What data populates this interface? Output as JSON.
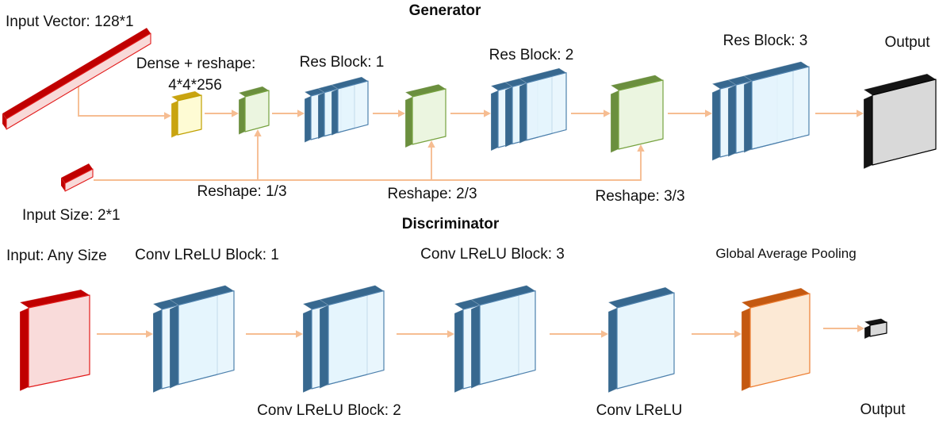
{
  "diagram": {
    "generator": {
      "title": "Generator",
      "input_vector_label": "Input Vector: 128*1",
      "input_size_label": "Input Size: 2*1",
      "dense_reshape_label_line1": "Dense + reshape:",
      "dense_reshape_label_line2": "4*4*256",
      "res_block_1_label": "Res Block: 1",
      "res_block_2_label": "Res Block: 2",
      "res_block_3_label": "Res Block: 3",
      "reshape_1_label": "Reshape: 1/3",
      "reshape_2_label": "Reshape: 2/3",
      "reshape_3_label": "Reshape: 3/3",
      "output_label": "Output"
    },
    "discriminator": {
      "title": "Discriminator",
      "input_label": "Input: Any Size",
      "conv_block_1_label": "Conv LReLU Block: 1",
      "conv_block_2_label": "Conv LReLU Block: 2",
      "conv_block_3_label": "Conv LReLU Block: 3",
      "conv_lrelu_label": "Conv LReLU",
      "gap_label": "Global Average Pooling",
      "output_label": "Output"
    },
    "colors": {
      "arrow": "#F6BD92",
      "text": "#111111",
      "blue": {
        "face": "#E4F4FC",
        "edge": "#37688F",
        "stroke": "#4E81AD"
      },
      "green": {
        "face": "#EAF4DE",
        "edge": "#6B8F3E",
        "stroke": "#76A23F"
      },
      "yellow": {
        "face": "#FEFBD2",
        "edge": "#C9A410",
        "stroke": "#C0A000"
      },
      "red": {
        "face": "#F8D7D6",
        "edge": "#C00000",
        "stroke": "#E21B1B"
      },
      "black": {
        "face": "#D9D9D9",
        "edge": "#141414",
        "stroke": "#000000"
      },
      "orange": {
        "face": "#FCE9D5",
        "edge": "#C45911",
        "stroke": "#ED7D31"
      }
    }
  }
}
